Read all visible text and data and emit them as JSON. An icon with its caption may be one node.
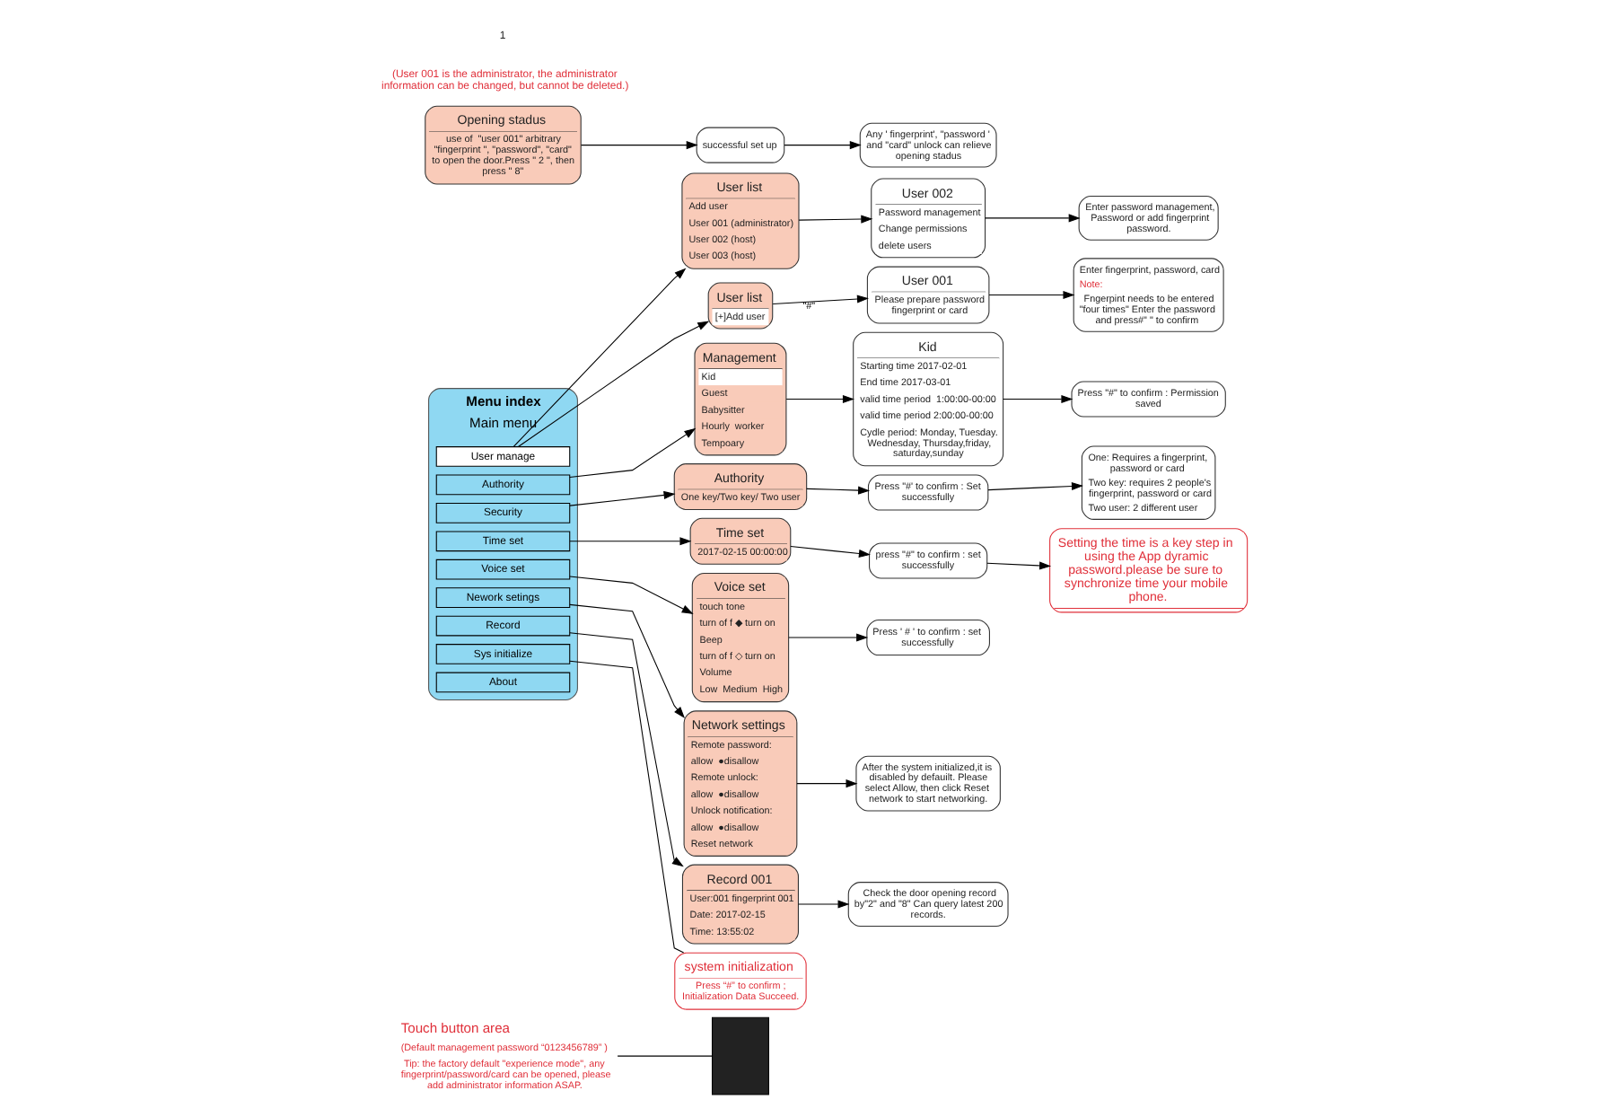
{
  "diagram": {
    "nodes": [
      {
        "text": [],
        "shape": "box"
      },
      {
        "text": [
          "Touch button area",
          "(Default management password “0123456789” )",
          "Tip: the factory default \"experience mode\", any fingerprint/password/card can be opened, please add administrator information ASAP."
        ]
      },
      {
        "text": [
          "Menu index",
          "Main menu"
        ]
      },
      {
        "text": [
          "User manage"
        ],
        "in": 2
      },
      {
        "text": [
          "Authority"
        ],
        "in": 2
      },
      {
        "text": [
          "Security"
        ],
        "in": 2
      },
      {
        "text": [
          "Time set"
        ],
        "in": 2
      },
      {
        "text": [
          "Voice set"
        ],
        "in": 2
      },
      {
        "text": [
          "Nework setings"
        ],
        "in": 2
      },
      {
        "text": [
          "Record"
        ],
        "in": 2
      },
      {
        "text": [
          "Sys initialize"
        ],
        "in": 2
      },
      {
        "text": [
          "About"
        ],
        "in": 2
      },
      {
        "text": [
          "system initialization",
          "Press “#” to confirm ; Initialization Data Succeed."
        ]
      },
      {
        "text": [
          "User list",
          "[+]Add user"
        ]
      },
      {
        "text": [
          "User 001",
          "Please prepare password fingerprint or card"
        ]
      },
      {
        "text": [
          "Enter fingerprint, password, card",
          "Note:",
          "Fngerpint needs to be entered \"four times\" Enter the password and press#\" \" to confirm"
        ]
      },
      {
        "text": [
          "User list",
          "Add user",
          "User 001 (administrator)",
          "User 002 (host)",
          "User 003 (host)"
        ]
      },
      {
        "text": [
          "User 002",
          "Password management",
          "Change permissions",
          "delete users"
        ]
      },
      {
        "text": [
          "Enter password management, Password or add fingerprint password."
        ]
      },
      {
        "text": [
          "Management",
          "Kid",
          "Guest",
          "Babysitter",
          "Hourly  worker",
          "Tempoary"
        ]
      },
      {
        "text": [
          "Kid",
          "Starting time 2017-02-01",
          "End time 2017-03-01",
          "valid time period  1:00:00-00:00",
          "valid time period 2:00:00-00:00",
          "Cydle period: Monday, Tuesday. Wednesday, Thursday,friday, saturday,sunday"
        ]
      },
      {
        "text": [
          "Press \"#\" to confirm : Permission saved"
        ]
      },
      {
        "text": [
          "Authority",
          "One key/Two key/ Two user"
        ]
      },
      {
        "text": [
          "Press \"#' to confirm : Set successfully"
        ]
      },
      {
        "text": [
          "One: Requires a fingerprint, password or card",
          "Two key: requires 2 people's fingerprint, password or card",
          "Two user: 2 different user"
        ]
      },
      {
        "text": [
          "Time set",
          "2017-02-15 00:00:00"
        ]
      },
      {
        "text": [
          "press \"#\" to confirm : set successfully"
        ]
      },
      {
        "text": [
          "Setting the time is a key step in using the App dyramic password.please be sure to synchronize time your mobile phone."
        ]
      },
      {
        "text": [
          "Voice set",
          "touch tone",
          "turn of f ◆ turn on",
          "Beep",
          "turn of f ◇ turn on",
          "Volume",
          "Low  Medium  High"
        ]
      },
      {
        "text": [
          "Press ' # ' to confirm : set successfully"
        ]
      },
      {
        "text": [
          "Network settings",
          "Remote password:",
          "allow  ●disallow",
          "Remote unlock:",
          "allow  ●disallow",
          "Unlock notification:",
          "allow  ●disallow",
          "Reset network"
        ]
      },
      {
        "text": [
          "After the system initialized,it is disabled by defauilt. Please select Allow, then click Reset network to start networking."
        ]
      },
      {
        "text": [
          "Record 001",
          "User:001 fingerprint 001",
          "Date: 2017-02-15",
          "Time: 13:55:02"
        ]
      },
      {
        "text": [
          "Check the door opening record by\"2\" and \"8\" Can query latest 200 records."
        ]
      },
      {
        "text": [
          "Opening stadus",
          "use of  \"user 001\" arbitrary \"fingerprint \", \"password\", \"card\" to open the door.Press \" 2 \", then press \" 8\""
        ]
      },
      {
        "text": [
          "successful set up"
        ]
      },
      {
        "text": [
          "Any ' fingerprint', \"password ' and \"card\" unlock can relieve opening stadus"
        ]
      }
    ],
    "edges": [
      {
        "from": 1,
        "to": 0,
        "arrow": "none"
      },
      {
        "from": 3,
        "to": 13,
        "arrow": "to"
      },
      {
        "from": 3,
        "to": 16,
        "arrow": "to"
      },
      {
        "from": 4,
        "to": 19,
        "arrow": "to"
      },
      {
        "from": 5,
        "to": 22,
        "arrow": "to"
      },
      {
        "from": 6,
        "to": 25,
        "arrow": "to"
      },
      {
        "from": 7,
        "to": 28,
        "arrow": "to"
      },
      {
        "from": 8,
        "to": 30,
        "arrow": "to"
      },
      {
        "from": 9,
        "to": 32,
        "arrow": "to"
      },
      {
        "from": 10,
        "to": 12,
        "arrow": "none"
      },
      {
        "from": 13,
        "to": 14,
        "arrow": "to",
        "label": "\"#\""
      },
      {
        "from": 14,
        "to": 15,
        "arrow": "to"
      },
      {
        "from": 16,
        "to": 17,
        "arrow": "to"
      },
      {
        "from": 17,
        "to": 18,
        "arrow": "to"
      },
      {
        "from": 19,
        "to": 20,
        "arrow": "to"
      },
      {
        "from": 20,
        "to": 21,
        "arrow": "to"
      },
      {
        "from": 22,
        "to": 23,
        "arrow": "to"
      },
      {
        "from": 23,
        "to": 24,
        "arrow": "to"
      },
      {
        "from": 25,
        "to": 26,
        "arrow": "to"
      },
      {
        "from": 26,
        "to": 27,
        "arrow": "to"
      },
      {
        "from": 28,
        "to": 29,
        "arrow": "to"
      },
      {
        "from": 30,
        "to": 31,
        "arrow": "to"
      },
      {
        "from": 32,
        "to": 33,
        "arrow": "to"
      },
      {
        "from": 34,
        "to": 35,
        "arrow": "to"
      },
      {
        "from": 35,
        "to": 36,
        "arrow": "to"
      }
    ],
    "labels": [
      "(User 001 is the administrator, the administrator information can be changed, but cannot be deleted.)",
      "1"
    ]
  }
}
